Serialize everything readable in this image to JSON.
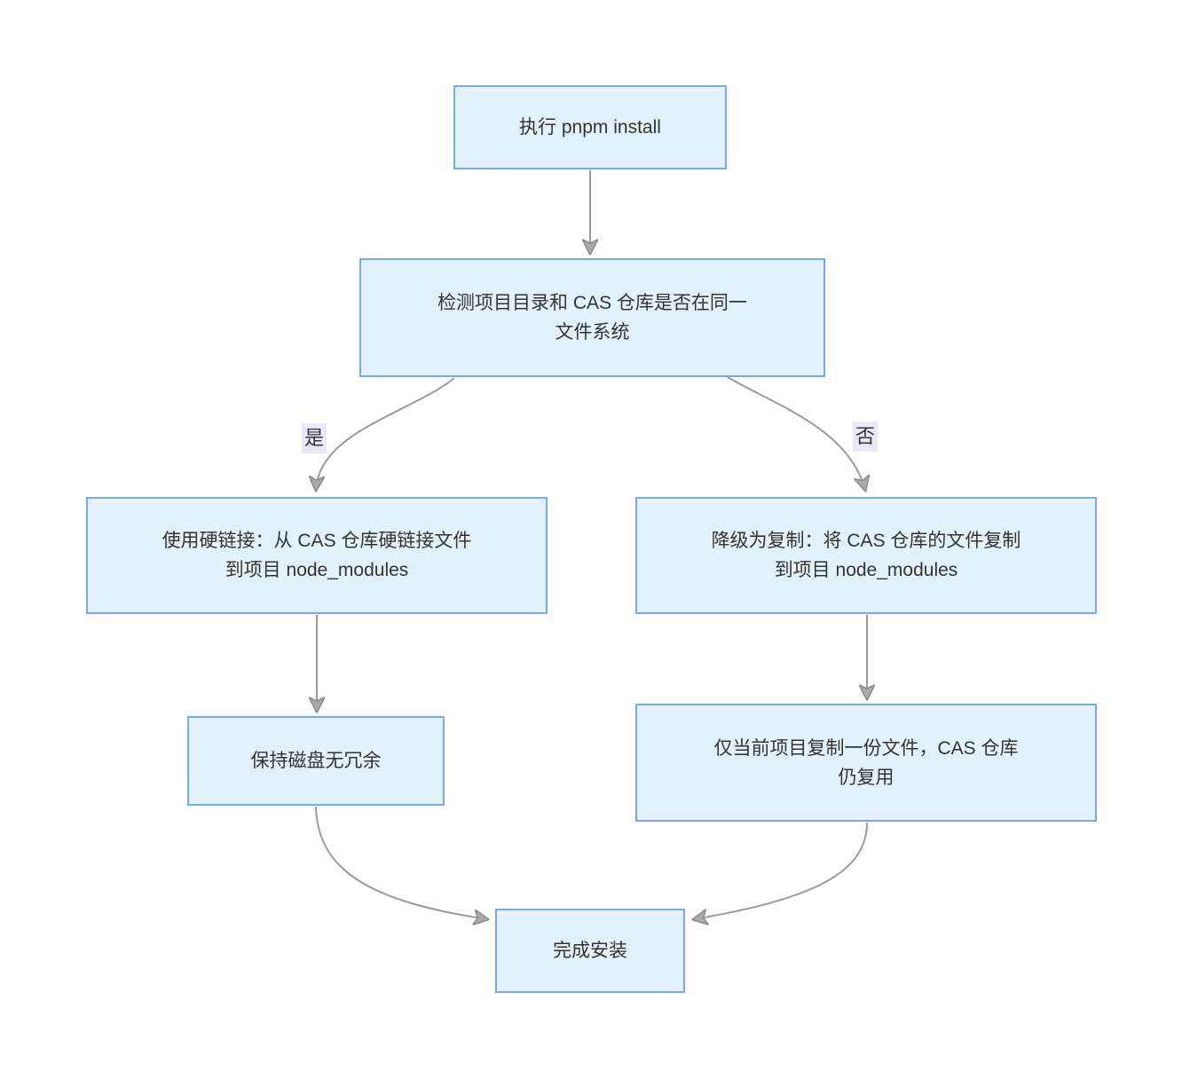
{
  "diagram": {
    "type": "flowchart",
    "direction": "top-to-bottom",
    "nodes": {
      "start": {
        "label": "执行 pnpm install"
      },
      "check": {
        "label": "检测项目目录和 CAS 仓库是否在同一\n文件系统"
      },
      "hardlink": {
        "label": "使用硬链接：从 CAS 仓库硬链接文件\n到项目 node_modules"
      },
      "copy": {
        "label": "降级为复制：将 CAS 仓库的文件复制\n到项目 node_modules"
      },
      "no_redundancy": {
        "label": "保持磁盘无冗余"
      },
      "single_copy": {
        "label": "仅当前项目复制一份文件，CAS 仓库\n仍复用"
      },
      "complete": {
        "label": "完成安装"
      }
    },
    "edges": [
      {
        "from": "start",
        "to": "check",
        "label": ""
      },
      {
        "from": "check",
        "to": "hardlink",
        "label": "是"
      },
      {
        "from": "check",
        "to": "copy",
        "label": "否"
      },
      {
        "from": "hardlink",
        "to": "no_redundancy",
        "label": ""
      },
      {
        "from": "copy",
        "to": "single_copy",
        "label": ""
      },
      {
        "from": "no_redundancy",
        "to": "complete",
        "label": ""
      },
      {
        "from": "single_copy",
        "to": "complete",
        "label": ""
      }
    ],
    "colors": {
      "node_fill": "#e2f2fc",
      "node_border": "#7aa6f2",
      "edge_stroke": "#9b9b9b",
      "edge_label_background": "#ece7f8",
      "text": "#333333",
      "background": "#ffffff"
    }
  }
}
